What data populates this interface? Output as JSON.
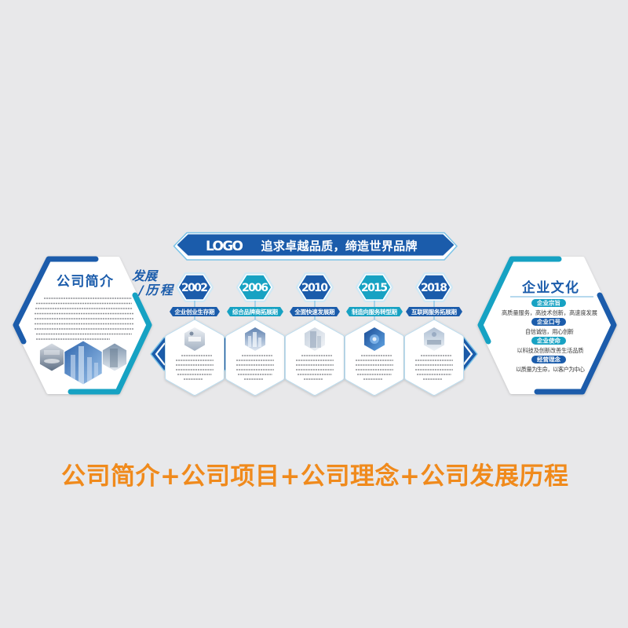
{
  "banner": {
    "logo": "LOGO",
    "slogan": "追求卓越品质，缔造世界品牌"
  },
  "intro": {
    "title": "公司简介"
  },
  "history": {
    "title_top": "发展",
    "title_bottom": "/历程",
    "milestones": [
      {
        "year": "2002",
        "label": "企业创业生存期"
      },
      {
        "year": "2006",
        "label": "综合品牌商拓展期"
      },
      {
        "year": "2010",
        "label": "全面快速发展期"
      },
      {
        "year": "2015",
        "label": "制造向服务转型期"
      },
      {
        "year": "2018",
        "label": "互联网服务拓展期"
      }
    ]
  },
  "culture": {
    "title": "企业文化",
    "items": [
      {
        "badge": "企业宗旨",
        "text": "高质量服务，高技术创新，高速度发展"
      },
      {
        "badge": "企业口号",
        "text": "自信诚信，用心创新"
      },
      {
        "badge": "企业使命",
        "text": "以科技及创新改善生活品质"
      },
      {
        "badge": "经营理念",
        "text": "以质量为生命，以客户为中心"
      }
    ]
  },
  "caption": "公司简介+公司项目+公司理念+公司发展历程",
  "colors": {
    "background": "#e8e8ea",
    "dark_blue": "#1b5cab",
    "teal": "#17a2c3",
    "light_blue": "#7cc4e8",
    "orange": "#f08a1c",
    "text_gray": "#3a3a3a"
  }
}
